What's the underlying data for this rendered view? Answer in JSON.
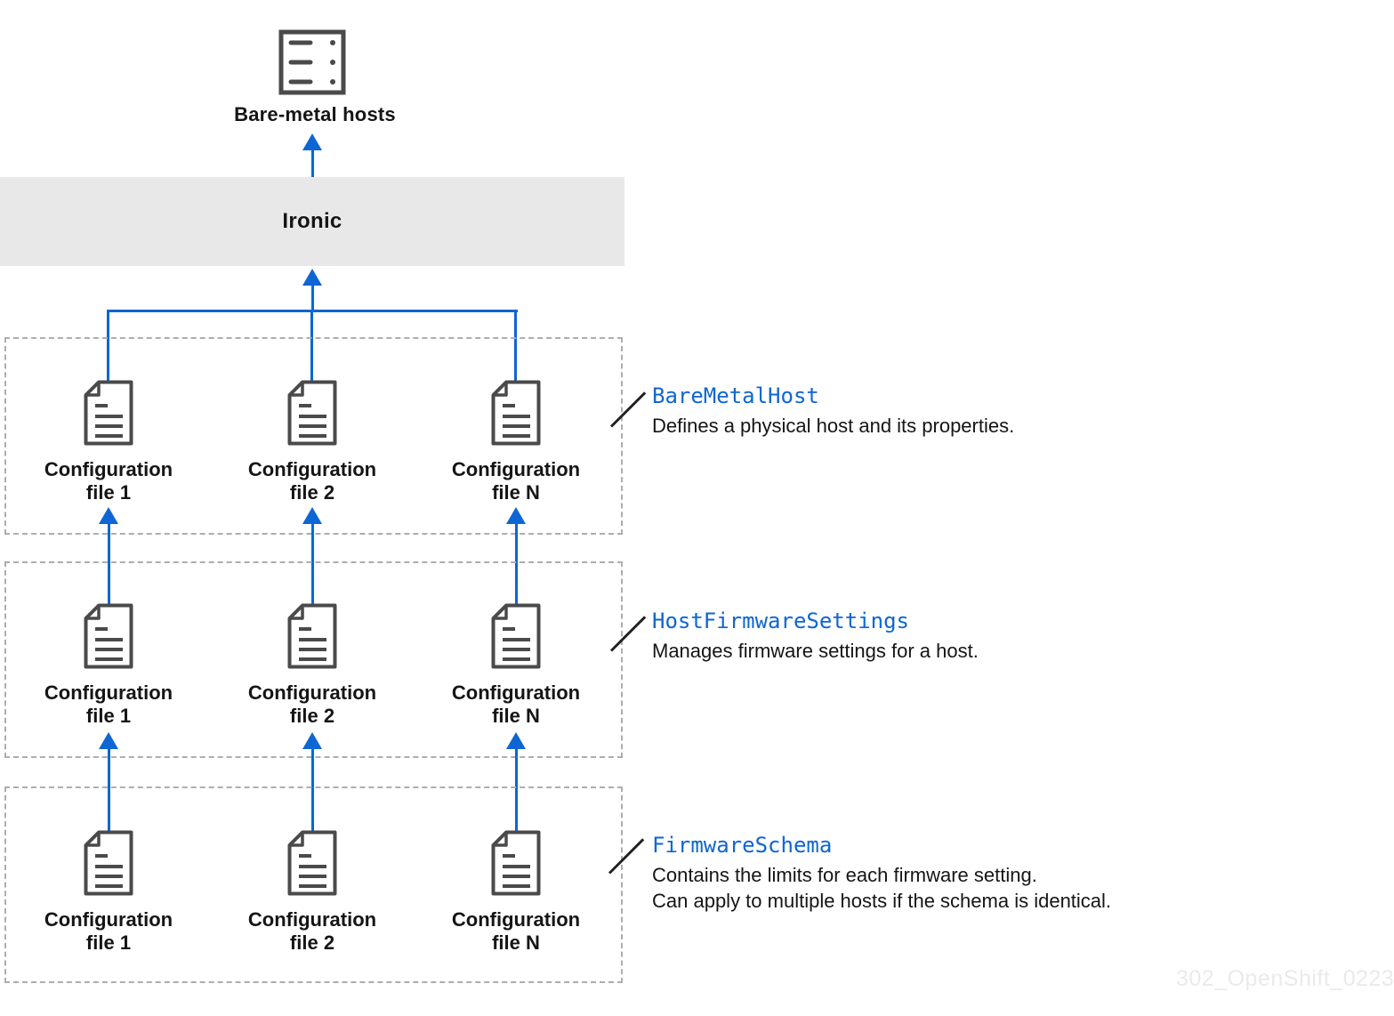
{
  "top_node": {
    "icon": "server-icon",
    "label": "Bare-metal hosts"
  },
  "ironic": {
    "label": "Ironic"
  },
  "groups": [
    {
      "name": "BareMetalHost",
      "description": [
        "Defines a physical host and its properties."
      ],
      "files": [
        {
          "line1": "Configuration",
          "line2": "file 1"
        },
        {
          "line1": "Configuration",
          "line2": "file 2"
        },
        {
          "line1": "Configuration",
          "line2": "file N"
        }
      ]
    },
    {
      "name": "HostFirmwareSettings",
      "description": [
        "Manages firmware settings for a host."
      ],
      "files": [
        {
          "line1": "Configuration",
          "line2": "file 1"
        },
        {
          "line1": "Configuration",
          "line2": "file 2"
        },
        {
          "line1": "Configuration",
          "line2": "file N"
        }
      ]
    },
    {
      "name": "FirmwareSchema",
      "description": [
        "Contains the limits for each firmware setting.",
        "Can apply to multiple hosts if the schema is identical."
      ],
      "files": [
        {
          "line1": "Configuration",
          "line2": "file 1"
        },
        {
          "line1": "Configuration",
          "line2": "file 2"
        },
        {
          "line1": "Configuration",
          "line2": "file N"
        }
      ]
    }
  ],
  "watermark": "302_OpenShift_0223",
  "icons": {
    "host": "server-icon",
    "file": "document-icon"
  },
  "colors": {
    "accent_blue": "#0d66d3",
    "icon_gray": "#4a4a4a",
    "bar_background": "#e8e8e8",
    "dashed_border": "#adadad",
    "text": "#151515",
    "watermark": "#e9eaeb"
  }
}
